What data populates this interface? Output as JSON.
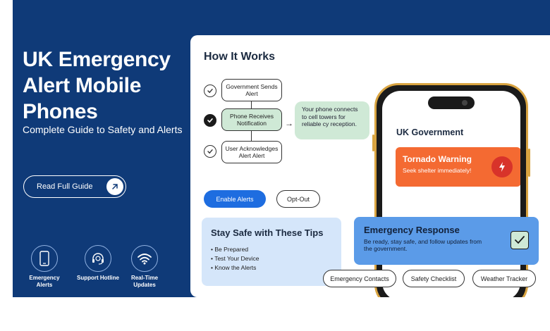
{
  "hero": {
    "title": "UK Emergency Alert Mobile Phones",
    "subtitle": "Complete Guide to Safety and Alerts",
    "guide_button": "Read Full Guide"
  },
  "features": [
    {
      "label": "Emergency Alerts",
      "icon": "phone-icon"
    },
    {
      "label": "Support Hotline",
      "icon": "headset-icon"
    },
    {
      "label": "Real-Time Updates",
      "icon": "wifi-icon"
    }
  ],
  "how_it_works": {
    "title": "How It Works",
    "steps": [
      {
        "label": "Government Sends Alert",
        "checked": false
      },
      {
        "label": "Phone Receives Notification",
        "checked": true
      },
      {
        "label": "User Acknowledges Alert Alert",
        "checked": false
      }
    ],
    "info": "Your phone connects to cell towers for reliable cy reception."
  },
  "buttons": {
    "enable": "Enable Alerts",
    "optout": "Opt-Out"
  },
  "tips": {
    "title": "Stay Safe with These Tips",
    "items": [
      "Be Prepared",
      "Test Your Device",
      "Know the Alerts"
    ]
  },
  "phone": {
    "sender": "UK Government",
    "alert_title": "Tornado Warning",
    "alert_message": "Seek shelter immediately!"
  },
  "response": {
    "title": "Emergency Response",
    "message": "Be ready, stay safe, and follow updates from the government."
  },
  "chips": [
    "Emergency Contacts",
    "Safety Checklist",
    "Weather Tracker"
  ],
  "colors": {
    "background": "#0f3a78",
    "accent_blue": "#1e6de0",
    "alert_orange": "#f46a32",
    "success_green": "#cfe9d6",
    "tips_blue": "#d5e6fa",
    "response_blue": "#5b9be8"
  }
}
